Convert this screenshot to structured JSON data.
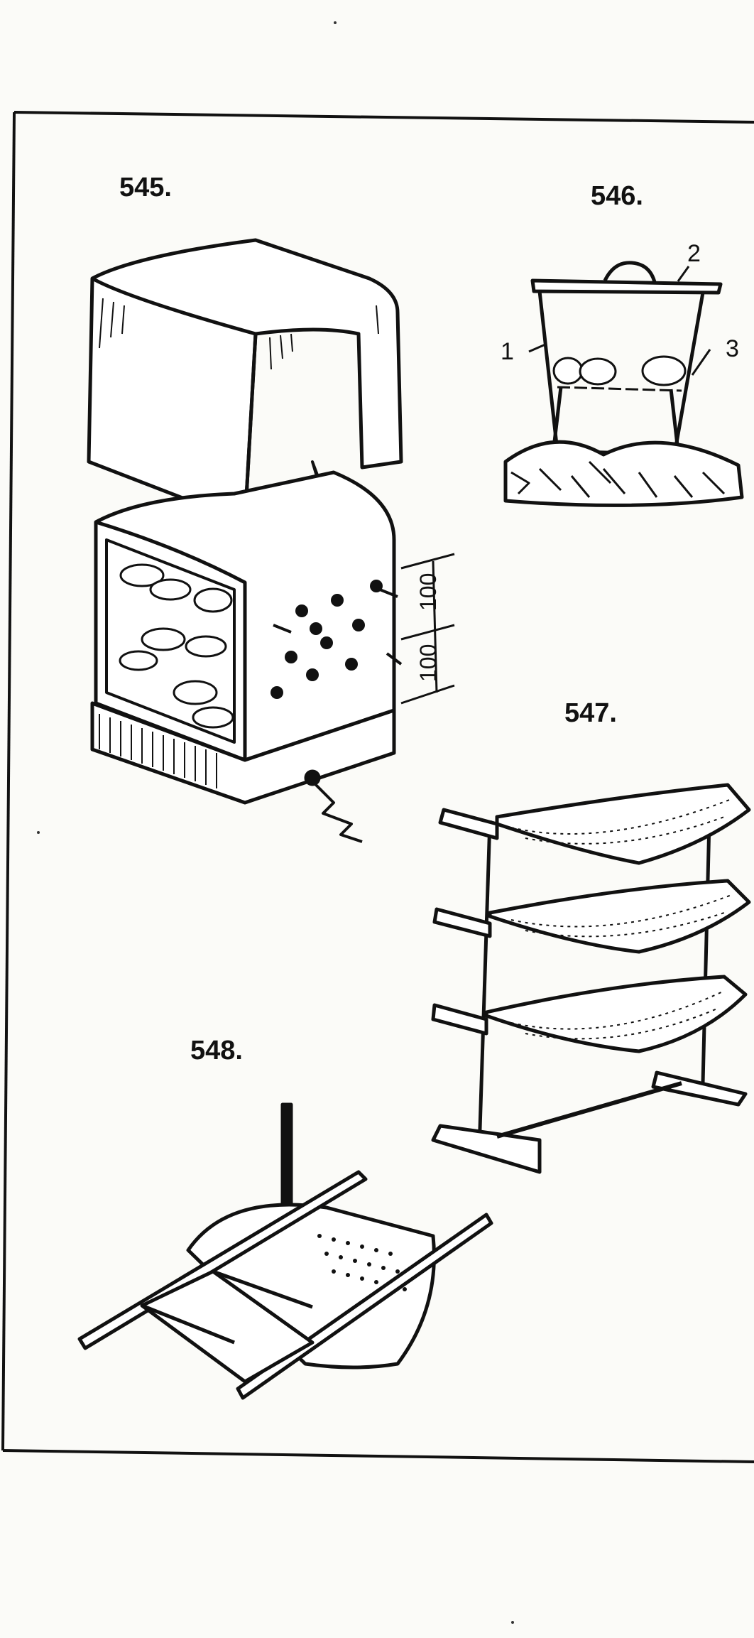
{
  "figures": [
    {
      "number": "545.",
      "callouts": [],
      "dimensions": [
        "100",
        "100"
      ]
    },
    {
      "number": "546.",
      "callouts": [
        "1",
        "2",
        "3"
      ],
      "dimensions": []
    },
    {
      "number": "547.",
      "callouts": [],
      "dimensions": []
    },
    {
      "number": "548.",
      "callouts": [],
      "dimensions": []
    }
  ],
  "colors": {
    "ink": "#111111",
    "paper": "#fbfbf8"
  }
}
